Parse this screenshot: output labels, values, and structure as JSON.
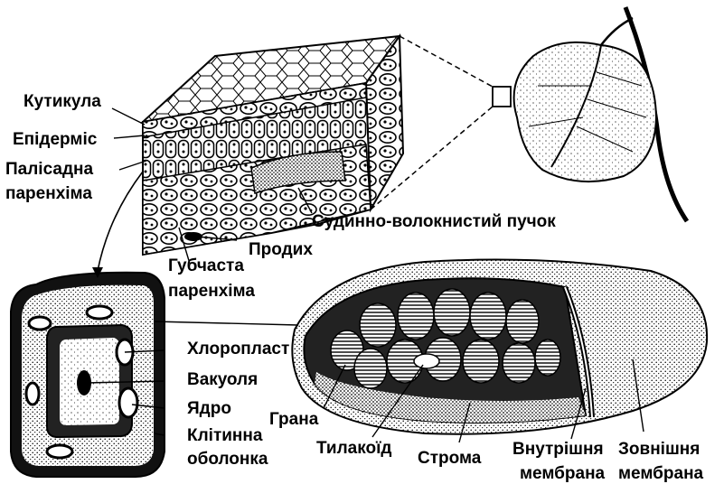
{
  "labels": {
    "cuticle": "Кутикула",
    "epidermis": "Епідерміс",
    "palisade_1": "Палісадна",
    "palisade_2": "паренхіма",
    "vascular_bundle": "Судинно-волокнистий пучок",
    "stoma": "Продих",
    "spongy_1": "Губчаста",
    "spongy_2": "паренхіма",
    "chloroplast": "Хлоропласт",
    "vacuole": "Вакуоля",
    "nucleus": "Ядро",
    "cell_wall_1": "Клітинна",
    "cell_wall_2": "оболонка",
    "grana": "Грана",
    "thylakoid": "Тилакоїд",
    "stroma": "Строма",
    "inner_membrane_1": "Внутрішня",
    "inner_membrane_2": "мембрана",
    "outer_membrane_1": "Зовнішня",
    "outer_membrane_2": "мембрана"
  }
}
